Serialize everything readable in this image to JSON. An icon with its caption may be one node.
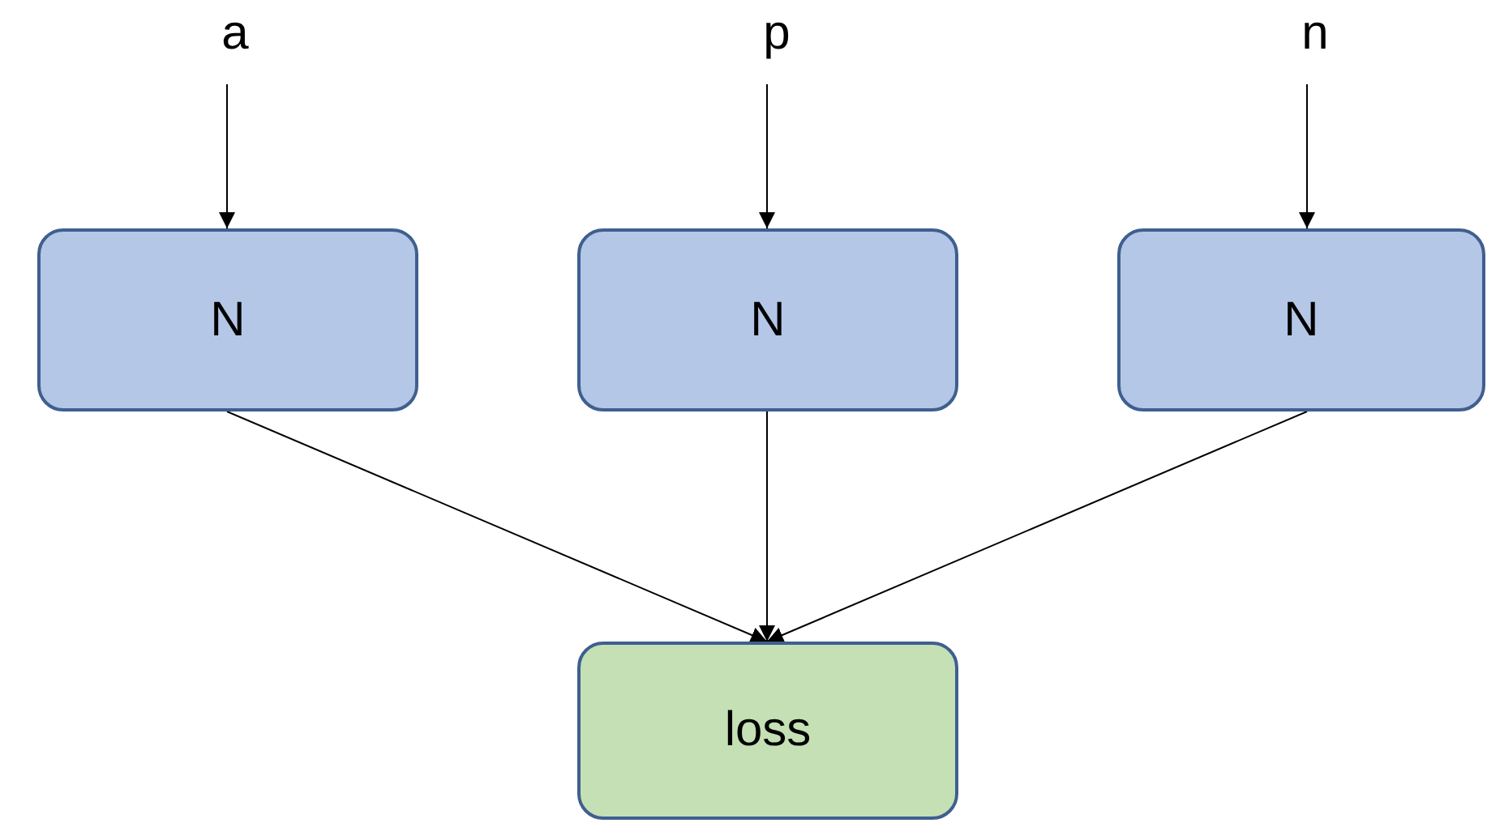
{
  "diagram": {
    "nodes": [
      {
        "text": [
          "a"
        ]
      },
      {
        "text": [
          "p"
        ]
      },
      {
        "text": [
          "n"
        ]
      },
      {
        "text": [
          "N"
        ]
      },
      {
        "text": [
          "N"
        ]
      },
      {
        "text": [
          "N"
        ]
      },
      {
        "text": [
          "loss"
        ]
      }
    ],
    "edges": [
      {
        "from": 0,
        "to": 3,
        "arrow": "to"
      },
      {
        "from": 1,
        "to": 4,
        "arrow": "to"
      },
      {
        "from": 2,
        "to": 5,
        "arrow": "to"
      },
      {
        "from": 3,
        "to": 6,
        "arrow": "to"
      },
      {
        "from": 4,
        "to": 6,
        "arrow": "to"
      },
      {
        "from": 5,
        "to": 6,
        "arrow": "to"
      }
    ]
  }
}
